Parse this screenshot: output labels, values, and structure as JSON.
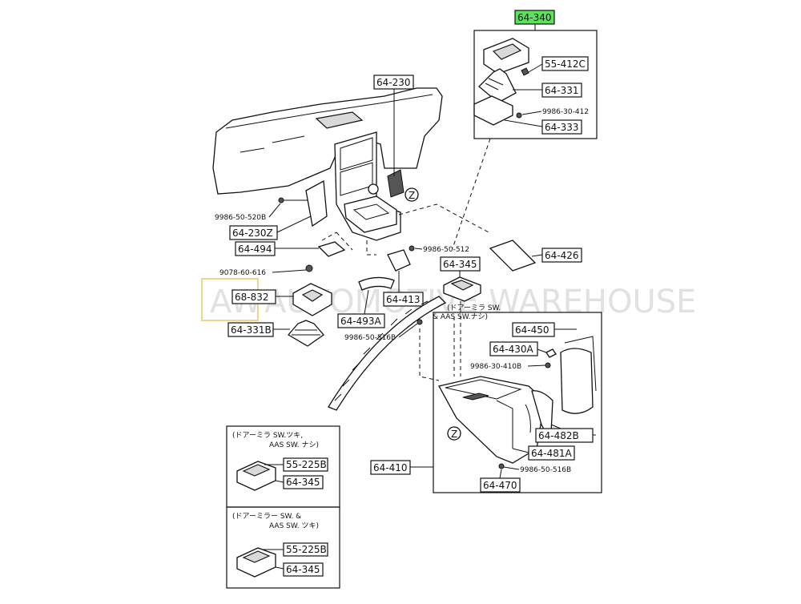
{
  "watermark": {
    "logo": "AW",
    "text": "AUTOMOTIVE WAREHOUSE"
  },
  "labels": {
    "p64_340": "64-340",
    "p55_412c": "55-412C",
    "p64_331": "64-331",
    "p9986_30_412": "9986-30-412",
    "p64_333": "64-333",
    "p64_230": "64-230",
    "p9986_50_520b": "9986-50-520B",
    "p64_230z": "64-230Z",
    "p64_494": "64-494",
    "p9986_50_512": "9986-50-512",
    "p64_426": "64-426",
    "p64_345_top": "64-345",
    "p9078_60_616": "9078-60-616",
    "p68_832": "68-832",
    "p64_413": "64-413",
    "p64_331b": "64-331B",
    "p64_493a": "64-493A",
    "p64_450": "64-450",
    "p64_430a": "64-430A",
    "p9986_50_516b_left": "9986-50-516B",
    "p9986_30_410b": "9986-30-410B",
    "p64_482b": "64-482B",
    "p64_481a": "64-481A",
    "p64_410": "64-410",
    "p9986_50_516b_right": "9986-50-516B",
    "p64_470": "64-470",
    "p55_225b_a": "55-225B",
    "p64_345_a": "64-345",
    "p55_225b_b": "55-225B",
    "p64_345_b": "64-345"
  },
  "notes": {
    "switch_note_1": "(ドアーミラ SW.",
    "switch_note_2": "& AAS SW.ナシ)",
    "inset_a_1": "(ドアーミラ SW.ツキ,",
    "inset_a_2": "AAS SW. ナシ)",
    "inset_b_1": "(ドアーミラー SW. &",
    "inset_b_2": "AAS SW. ツキ)"
  },
  "markers": {
    "z_top": "Z",
    "z_bottom": "Z"
  },
  "colors": {
    "highlight": "#5ee25e",
    "ink": "#111111"
  }
}
